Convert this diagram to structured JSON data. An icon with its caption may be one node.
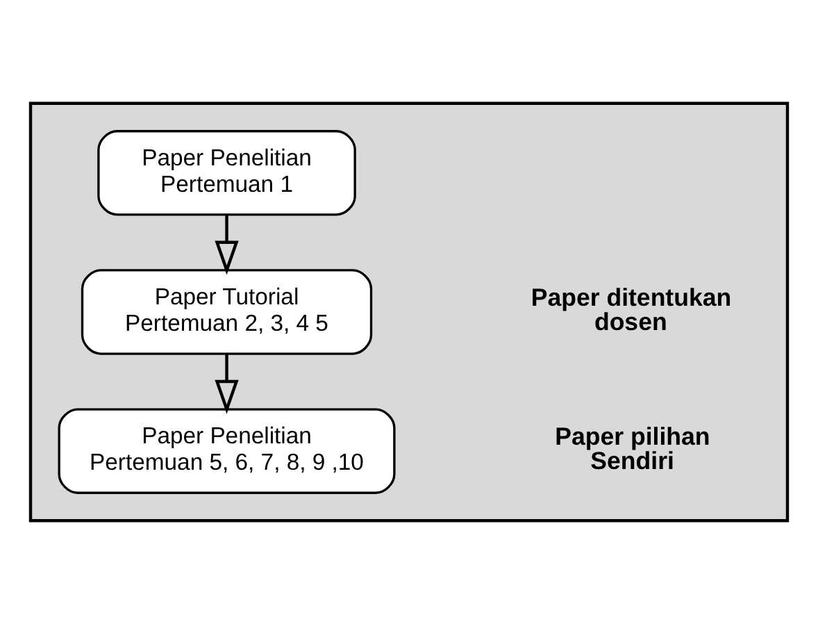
{
  "diagram": {
    "nodes": [
      {
        "text": [],
        "shape": "box"
      },
      {
        "text": [
          "Paper Penelitian",
          "Pertemuan 1"
        ],
        "in": 0
      },
      {
        "text": [
          "Paper Tutorial",
          "Pertemuan 2, 3, 4 5"
        ],
        "in": 0
      },
      {
        "text": [
          "Paper Penelitian",
          "Pertemuan 5, 6, 7, 8, 9 ,10"
        ],
        "in": 0
      }
    ],
    "edges": [
      {
        "from": 1,
        "to": 2,
        "arrow": "to"
      },
      {
        "from": 2,
        "to": 3,
        "arrow": "to"
      }
    ],
    "labels": [
      "Paper ditentukan dosen",
      "Paper pilihan Sendiri"
    ]
  }
}
